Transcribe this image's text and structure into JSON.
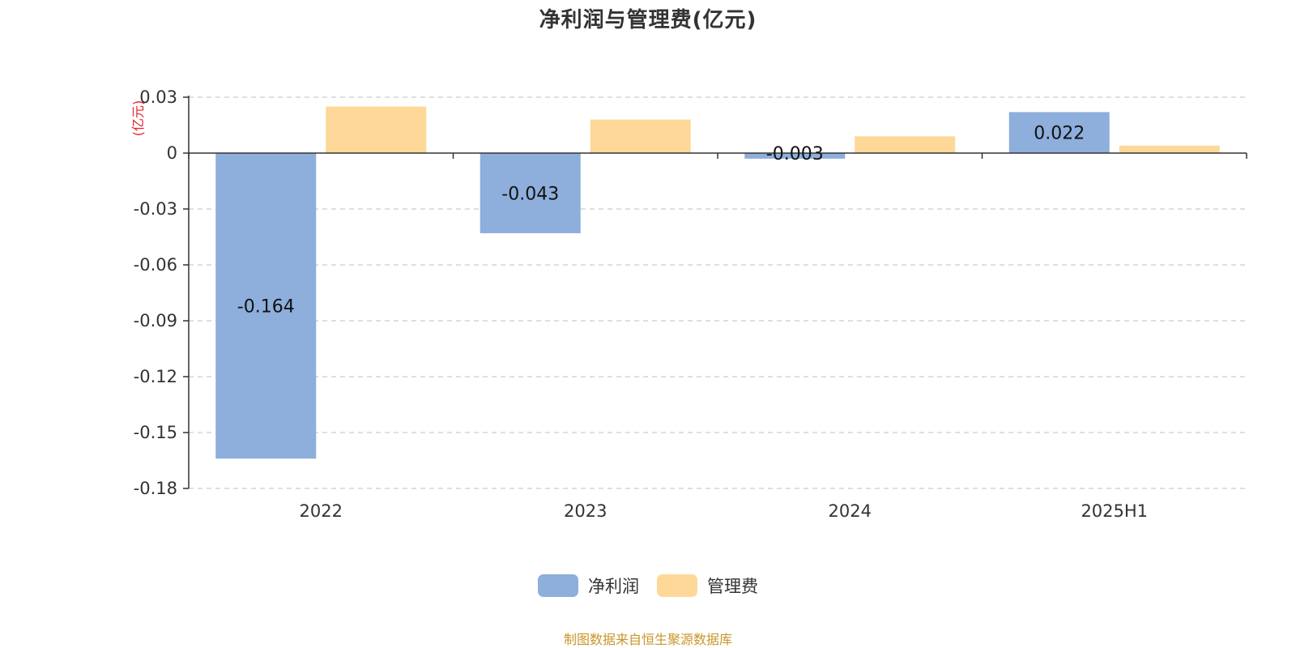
{
  "title": "净利润与管理费(亿元)",
  "source_note": "制图数据来自恒生聚源数据库",
  "chart_data": {
    "type": "bar",
    "title": "净利润与管理费(亿元)",
    "ylabel": "(亿元)",
    "xlabel": "",
    "categories": [
      "2022",
      "2023",
      "2024",
      "2025H1"
    ],
    "ylim": [
      -0.18,
      0.03
    ],
    "yticks": [
      0.03,
      0,
      -0.03,
      -0.06,
      -0.09,
      -0.12,
      -0.15,
      -0.18
    ],
    "ytick_labels": [
      "0.03",
      "0",
      "-0.03",
      "-0.06",
      "-0.09",
      "-0.12",
      "-0.15",
      "-0.18"
    ],
    "grid": true,
    "legend_position": "bottom",
    "series": [
      {
        "name": "净利润",
        "color": "#8eaedb",
        "values": [
          -0.164,
          -0.043,
          -0.003,
          0.022
        ],
        "data_labels": [
          "-0.164",
          "-0.043",
          "-0.003",
          "0.022"
        ]
      },
      {
        "name": "管理费",
        "color": "#fdd898",
        "values": [
          0.025,
          0.018,
          0.009,
          0.004
        ],
        "data_labels": []
      }
    ]
  },
  "colors": {
    "ylabel": "#e8222a",
    "grid": "#cccccc",
    "axis": "#333333",
    "tick_text": "#333333",
    "source_note": "#c9962a"
  }
}
